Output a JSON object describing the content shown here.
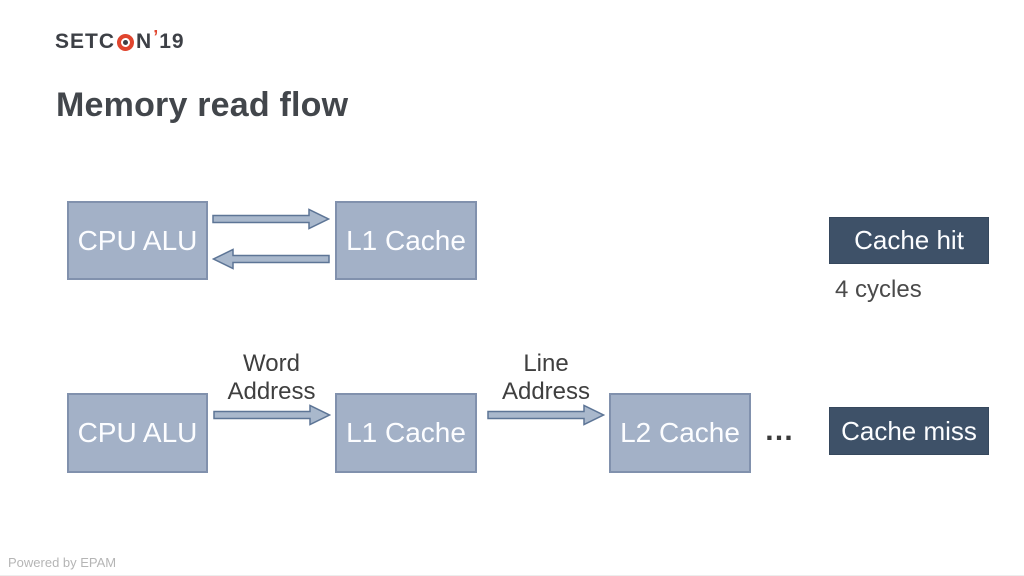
{
  "logo": {
    "prefix": "SETC",
    "n": "N",
    "apostrophe": "’",
    "year": "19",
    "o_icon": "target-circle-icon"
  },
  "slide": {
    "title": "Memory read flow"
  },
  "row1": {
    "cpu_label": "CPU ALU",
    "l1_label": "L1 Cache",
    "result_label": "Cache hit",
    "cycles_label": "4 cycles",
    "arrows": [
      "block-arrow-right",
      "block-arrow-left"
    ]
  },
  "row2": {
    "cpu_label": "CPU ALU",
    "l1_label": "L1 Cache",
    "l2_label": "L2 Cache",
    "word_address_line1": "Word",
    "word_address_line2": "Address",
    "line_address_line1": "Line",
    "line_address_line2": "Address",
    "ellipsis": "…",
    "result_label": "Cache miss",
    "arrows": [
      "block-arrow-right",
      "block-arrow-right"
    ]
  },
  "footer": {
    "text": "Powered by EPAM"
  },
  "colors": {
    "box_fill": "#a3b1c7",
    "box_border": "#8191ad",
    "dark_box_fill": "#3e5168",
    "arrow_fill": "#a9b8cc",
    "arrow_stroke": "#5d7596",
    "logo_accent_red": "#e0452e",
    "title_text": "#42464b",
    "label_text": "#3f3f3f",
    "footer_text": "#b5b5b5",
    "background": "#ffffff"
  }
}
